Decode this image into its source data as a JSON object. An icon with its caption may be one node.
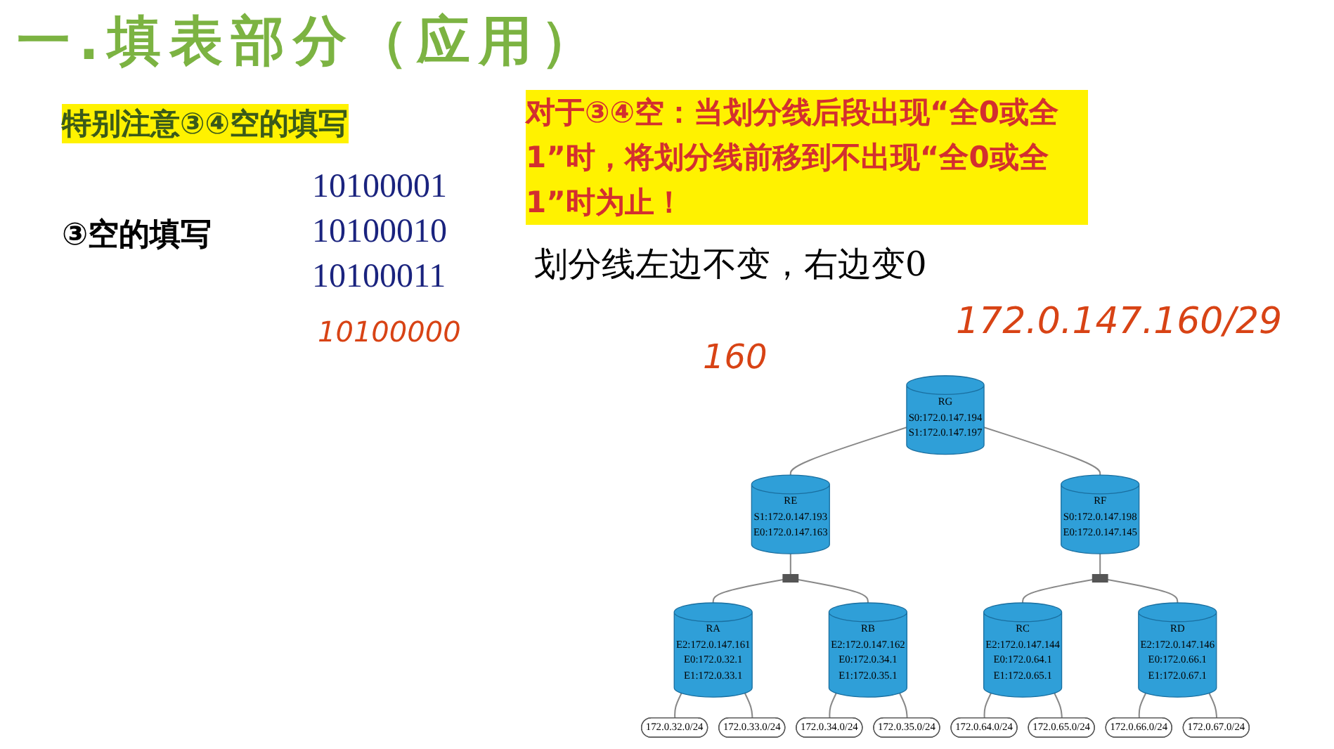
{
  "diagram": {
    "title": "一.填表部分（应用）",
    "nodes": [
      {
        "text": [
          "RG",
          "S0:172.0.147.194",
          "S1:172.0.147.197"
        ]
      },
      {
        "text": [
          "RE",
          "S1:172.0.147.193",
          "E0:172.0.147.163"
        ]
      },
      {
        "text": [
          "RF",
          "S0:172.0.147.198",
          "E0:172.0.147.145"
        ]
      },
      {
        "text": [],
        "shape": "bar"
      },
      {
        "text": [],
        "shape": "bar"
      },
      {
        "text": [
          "RA",
          "E2:172.0.147.161",
          "E0:172.0.32.1",
          "E1:172.0.33.1"
        ]
      },
      {
        "text": [
          "RB",
          "E2:172.0.147.162",
          "E0:172.0.34.1",
          "E1:172.0.35.1"
        ]
      },
      {
        "text": [
          "RC",
          "E2:172.0.147.144",
          "E0:172.0.64.1",
          "E1:172.0.65.1"
        ]
      },
      {
        "text": [
          "RD",
          "E2:172.0.147.146",
          "E0:172.0.66.1",
          "E1:172.0.67.1"
        ]
      },
      {
        "text": [
          "172.0.32.0/24"
        ]
      },
      {
        "text": [
          "172.0.33.0/24"
        ]
      },
      {
        "text": [
          "172.0.34.0/24"
        ]
      },
      {
        "text": [
          "172.0.35.0/24"
        ]
      },
      {
        "text": [
          "172.0.64.0/24"
        ]
      },
      {
        "text": [
          "172.0.65.0/24"
        ]
      },
      {
        "text": [
          "172.0.66.0/24"
        ]
      },
      {
        "text": [
          "172.0.67.0/24"
        ]
      }
    ],
    "edges": [
      {
        "from": 0,
        "to": 1,
        "arrow": "none"
      },
      {
        "from": 0,
        "to": 2,
        "arrow": "none"
      },
      {
        "from": 1,
        "to": 3,
        "arrow": "none"
      },
      {
        "from": 2,
        "to": 4,
        "arrow": "none"
      },
      {
        "from": 3,
        "to": 5,
        "arrow": "none"
      },
      {
        "from": 3,
        "to": 6,
        "arrow": "none"
      },
      {
        "from": 4,
        "to": 7,
        "arrow": "none"
      },
      {
        "from": 4,
        "to": 8,
        "arrow": "none"
      },
      {
        "from": 5,
        "to": 9,
        "arrow": "none"
      },
      {
        "from": 5,
        "to": 10,
        "arrow": "none"
      },
      {
        "from": 6,
        "to": 11,
        "arrow": "none"
      },
      {
        "from": 6,
        "to": 12,
        "arrow": "none"
      },
      {
        "from": 7,
        "to": 13,
        "arrow": "none"
      },
      {
        "from": 7,
        "to": 14,
        "arrow": "none"
      },
      {
        "from": 8,
        "to": 15,
        "arrow": "none"
      },
      {
        "from": 8,
        "to": 16,
        "arrow": "none"
      }
    ],
    "labels": [
      "特别注意③④空的填写",
      "对于③④空：当划分线后段出现“全0或全1”时，将划分线前移到不出现“全0或全1”时为止！",
      "③空的填写",
      "10100001",
      "10100010",
      "10100011",
      "划分线左边不变，右边变0",
      "10100000",
      "160",
      "172.0.147.160/29"
    ]
  }
}
